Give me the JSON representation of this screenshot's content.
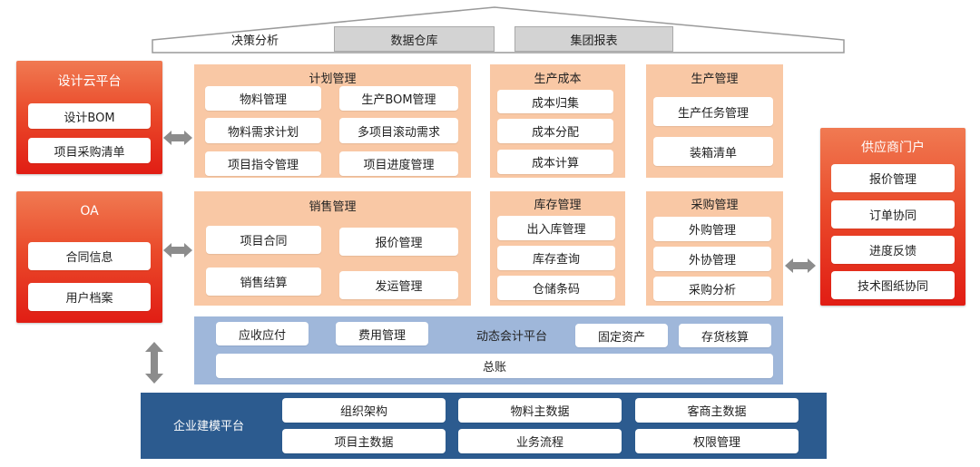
{
  "roof": {
    "decision": "决策分析",
    "warehouse": "数据仓库",
    "report": "集团报表"
  },
  "design_cloud": {
    "title": "设计云平台",
    "items": [
      "设计BOM",
      "项目采购清单"
    ]
  },
  "oa": {
    "title": "OA",
    "items": [
      "合同信息",
      "用户档案"
    ]
  },
  "supplier": {
    "title": "供应商门户",
    "items": [
      "报价管理",
      "订单协同",
      "进度反馈",
      "技术图纸协同"
    ]
  },
  "plan_mgmt": {
    "title": "计划管理",
    "items": [
      "物料管理",
      "生产BOM管理",
      "物料需求计划",
      "多项目滚动需求",
      "项目指令管理",
      "项目进度管理"
    ]
  },
  "prod_cost": {
    "title": "生产成本",
    "items": [
      "成本归集",
      "成本分配",
      "成本计算"
    ]
  },
  "prod_mgmt": {
    "title": "生产管理",
    "items": [
      "生产任务管理",
      "装箱清单"
    ]
  },
  "sales_mgmt": {
    "title": "销售管理",
    "items": [
      "项目合同",
      "报价管理",
      "销售结算",
      "发运管理"
    ]
  },
  "inventory": {
    "title": "库存管理",
    "items": [
      "出入库管理",
      "库存查询",
      "仓储条码"
    ]
  },
  "purchase": {
    "title": "采购管理",
    "items": [
      "外购管理",
      "外协管理",
      "采购分析"
    ]
  },
  "accounting": {
    "title": "动态会计平台",
    "items": [
      "应收应付",
      "费用管理",
      "固定资产",
      "存货核算"
    ],
    "ledger": "总账"
  },
  "enterprise": {
    "title": "企业建模平台",
    "items": [
      "组织架构",
      "物料主数据",
      "客商主数据",
      "项目主数据",
      "业务流程",
      "权限管理"
    ]
  }
}
